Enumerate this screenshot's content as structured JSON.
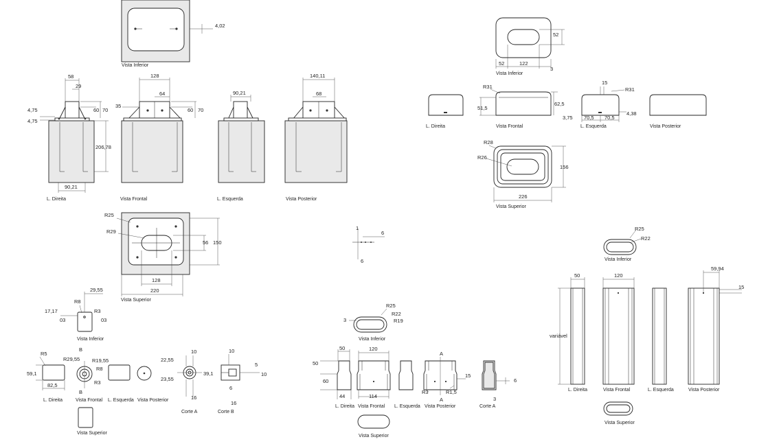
{
  "views": {
    "vista_inferior": "Vista Inferior",
    "vista_frontal": "Vista Frontal",
    "vista_superior": "Vista Superior",
    "vista_posterior": "Vista Posterior",
    "l_direita": "L. Direita",
    "l_esquerda": "L. Esquerda",
    "corte_a": "Corte A",
    "corte_b": "Corte B"
  },
  "dims": {
    "base": {
      "d_402": "4,02",
      "d_58": "58",
      "d_29": "29",
      "d_60a": "60",
      "d_70a": "70",
      "d_475a": "4,75",
      "d_475b": "4,75",
      "d_20678": "206,78",
      "d_9021a": "90,21",
      "d_128a": "128",
      "d_64": "64",
      "d_35": "35",
      "d_60b": "60",
      "d_70b": "70",
      "d_9021b": "90,21",
      "d_14011": "140,11",
      "d_68": "68",
      "d_r25": "R25",
      "d_r29": "R29",
      "d_56": "56",
      "d_150": "150",
      "d_128b": "128",
      "d_220": "220"
    },
    "small": {
      "d_1": "1",
      "d_6a": "6",
      "d_6b": "6"
    },
    "top_right": {
      "d_52a": "52",
      "d_52b": "52",
      "d_122": "122",
      "d_3": "3",
      "d_r31a": "R31",
      "d_515": "51,5",
      "d_625": "62,5",
      "d_15": "15",
      "d_r31b": "R31",
      "d_375": "3,75",
      "d_705a": "70,5",
      "d_705b": "70,5",
      "d_438": "4,38",
      "d_r28": "R28",
      "d_r26": "R26",
      "d_156": "156",
      "d_226": "226"
    },
    "pin": {
      "d_2955": "29,55",
      "d_r8a": "R8",
      "d_r3a": "R3",
      "d_1717": "17,17",
      "d_03a": "03",
      "d_03b": "03",
      "d_r5": "R5",
      "d_591": "59,1",
      "d_825": "82,5",
      "d_r2955": "R29,55",
      "d_r1955": "R19,55",
      "d_r8b": "R8",
      "d_r3b": "R3",
      "d_b1": "B",
      "d_b2": "B",
      "d_2255": "22,55",
      "d_2355": "23,55",
      "d_10a": "10",
      "d_16a": "16",
      "d_10b": "10",
      "d_391": "39,1",
      "d_5": "5",
      "d_10c": "10",
      "d_6": "6",
      "d_16b": "16"
    },
    "sleeve": {
      "d_3": "3",
      "d_r25": "R25",
      "d_r22": "R22",
      "d_r19": "R19",
      "d_50": "50",
      "d_60": "60",
      "d_44": "44",
      "d_120": "120",
      "d_114": "114",
      "d_a1": "A",
      "d_a2": "A",
      "d_15": "15",
      "d_r3": "R3",
      "d_r15": "R1,5",
      "d_6": "6",
      "d_3b": "3"
    },
    "post": {
      "d_r25": "R25",
      "d_r22": "R22",
      "d_50": "50",
      "d_120": "120",
      "d_5994": "59,94",
      "d_15": "15",
      "d_var": "variável"
    }
  }
}
